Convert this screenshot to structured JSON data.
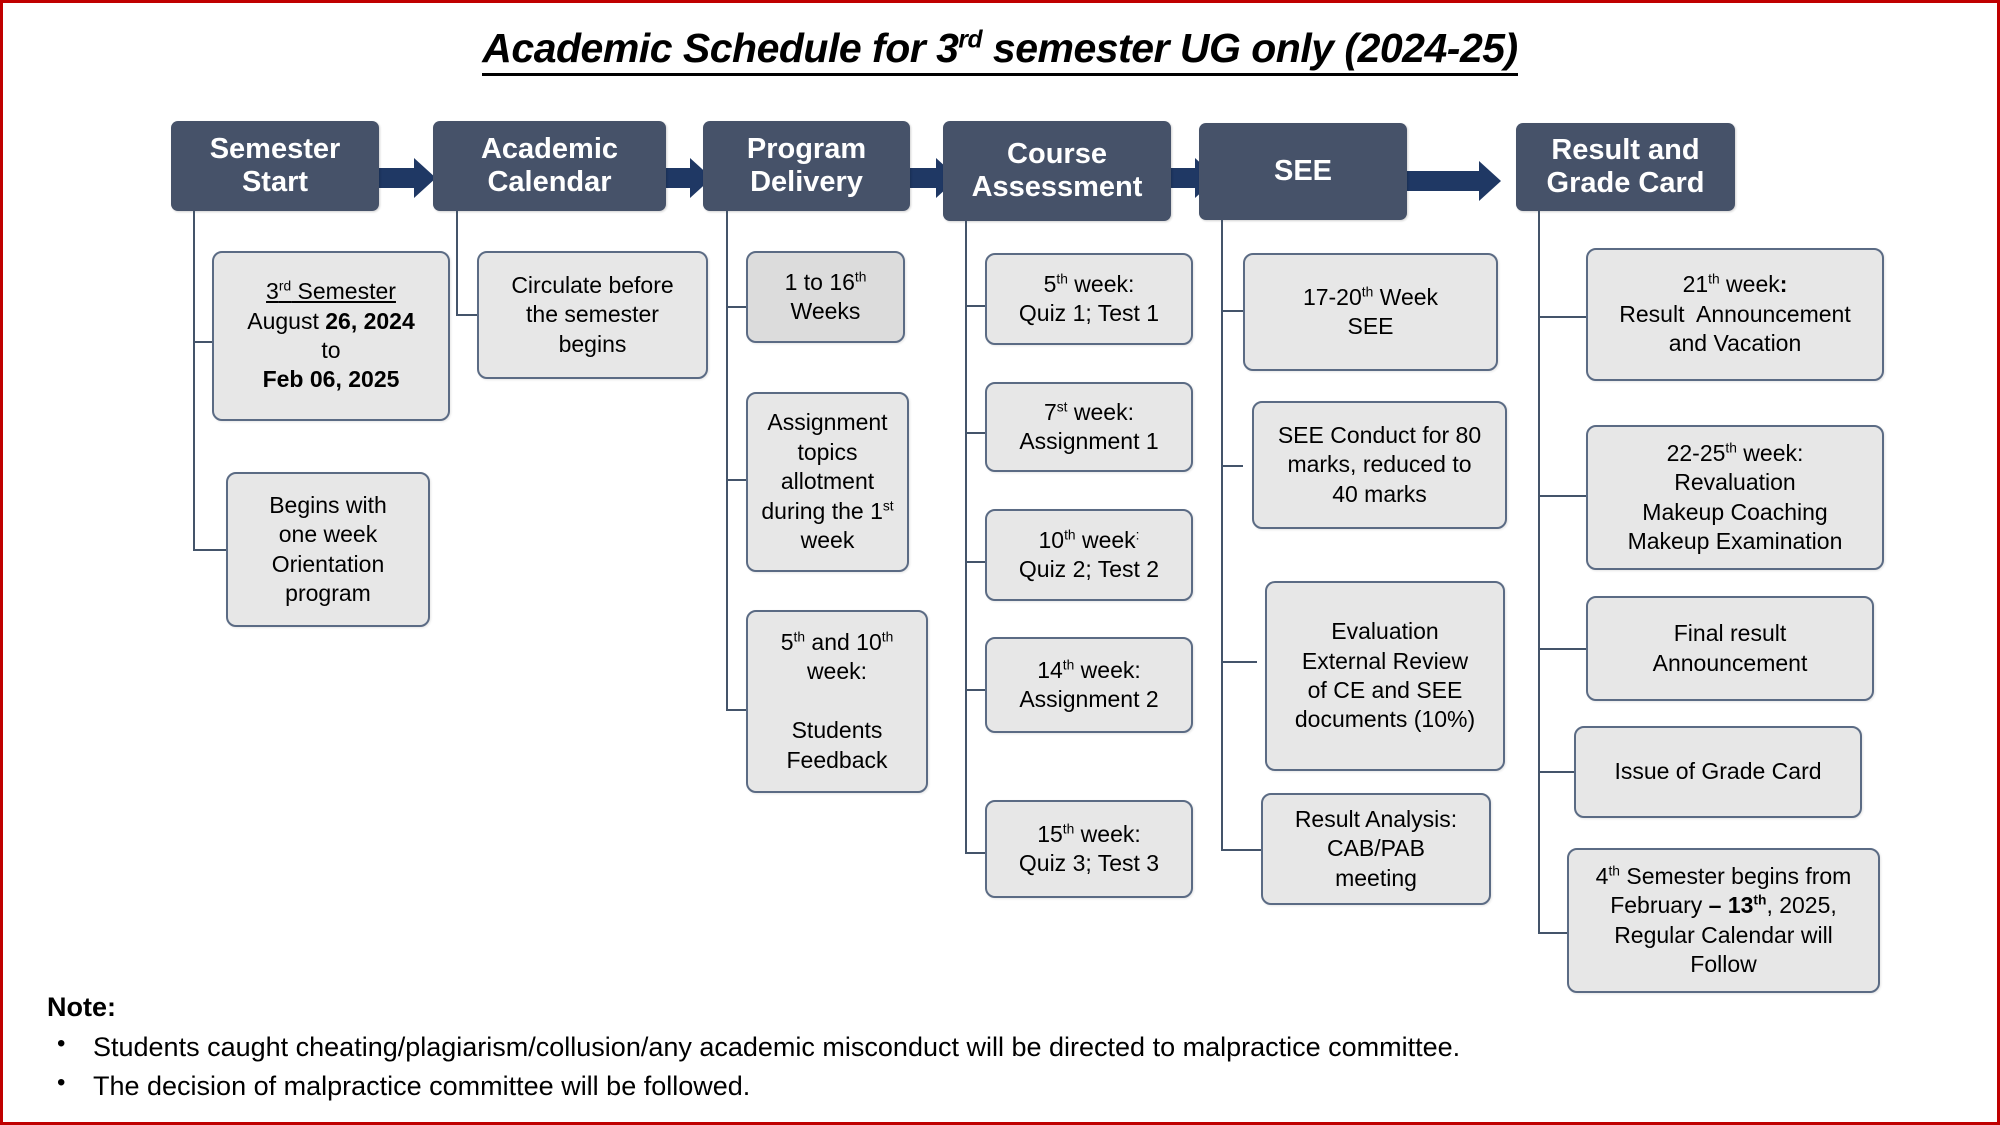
{
  "page": {
    "border_color": "#C00000",
    "background": "#FFFFFF",
    "title_prefix": "Academic Schedule for 3",
    "title_sup": "rd",
    "title_suffix": " semester UG only (2024-25)"
  },
  "theme": {
    "header_fill": "#465269",
    "header_text": "#FFFFFF",
    "node_fill": "#E7E7E7",
    "node_fill_alt": "#DCDCDC",
    "node_border": "#5B6B84",
    "connector": "#44546A",
    "arrow": "#1F3864"
  },
  "columns": [
    {
      "id": "semester-start",
      "header": "Semester Start",
      "header_lines": [
        "Semester",
        "Start"
      ],
      "nodes": [
        {
          "id": "semester-dates",
          "lines": [
            {
              "text": "3",
              "sup": "rd",
              "after": " Semester",
              "underline": true
            },
            {
              "text": "August ",
              "bold_tail": "26, 2024"
            },
            {
              "text": "to"
            },
            {
              "bold": "Feb 06, 2025"
            }
          ],
          "plain": "3rd Semester August 26, 2024 to Feb 06, 2025"
        },
        {
          "id": "orientation",
          "plain": "Begins with one week Orientation program",
          "lines": [
            {
              "text": "Begins with"
            },
            {
              "text": "one week"
            },
            {
              "text": "Orientation"
            },
            {
              "text": "program"
            }
          ]
        }
      ]
    },
    {
      "id": "academic-calendar",
      "header": "Academic Calendar",
      "header_lines": [
        "Academic",
        "Calendar"
      ],
      "nodes": [
        {
          "id": "circulate-calendar",
          "plain": "Circulate before the semester begins",
          "lines": [
            {
              "text": "Circulate before"
            },
            {
              "text": "the semester"
            },
            {
              "text": "begins"
            }
          ]
        }
      ]
    },
    {
      "id": "program-delivery",
      "header": "Program Delivery",
      "header_lines": [
        "Program",
        "Delivery"
      ],
      "nodes": [
        {
          "id": "weeks-1-16",
          "shaded": true,
          "plain": "1 to 16th Weeks",
          "lines": [
            {
              "text": "1 to 16",
              "sup": "th"
            },
            {
              "text": "Weeks"
            }
          ]
        },
        {
          "id": "assignment-topics",
          "plain": "Assignment topics allotment during the 1st week",
          "lines": [
            {
              "text": "Assignment"
            },
            {
              "text": "topics"
            },
            {
              "text": "allotment"
            },
            {
              "text": "during the 1",
              "sup": "st"
            },
            {
              "text": "week"
            }
          ]
        },
        {
          "id": "students-feedback",
          "plain": "5th and 10th week: Students Feedback",
          "lines": [
            {
              "text": "5",
              "sup": "th",
              "after": " and 10",
              "sup2": "th"
            },
            {
              "text": "week:"
            },
            {
              "text": ""
            },
            {
              "text": "Students"
            },
            {
              "text": "Feedback"
            }
          ]
        }
      ]
    },
    {
      "id": "course-assessment",
      "header": "Course Assessment",
      "header_lines": [
        "Course",
        "Assessment"
      ],
      "nodes": [
        {
          "id": "week5-quiz1",
          "plain": "5th week: Quiz 1; Test 1",
          "lines": [
            {
              "text": "5",
              "sup": "th",
              "after": " week:"
            },
            {
              "text": ""
            },
            {
              "text": "Quiz 1; Test 1"
            }
          ]
        },
        {
          "id": "week7-assignment1",
          "plain": "7st week: Assignment 1",
          "lines": [
            {
              "text": "7",
              "sup": "st",
              "after": " week:"
            },
            {
              "text": "Assignment 1"
            }
          ]
        },
        {
          "id": "week10-quiz2",
          "plain": "10th week: Quiz 2; Test 2",
          "lines": [
            {
              "text": "10",
              "sup": "th",
              "after": " week:"
            },
            {
              "text": ""
            },
            {
              "text": "Quiz 2; Test 2"
            }
          ]
        },
        {
          "id": "week14-assignment2",
          "plain": "14th week: Assignment 2",
          "lines": [
            {
              "text": "14",
              "sup": "th",
              "after": " week:"
            },
            {
              "text": "Assignment 2"
            }
          ]
        },
        {
          "id": "week15-quiz3",
          "plain": "15th week: Quiz 3; Test 3",
          "lines": [
            {
              "text": "15",
              "sup": "th",
              "after": " week:"
            },
            {
              "text": ""
            },
            {
              "text": "Quiz 3; Test 3"
            }
          ]
        }
      ]
    },
    {
      "id": "see",
      "header": "SEE",
      "header_lines": [
        "SEE"
      ],
      "nodes": [
        {
          "id": "see-weeks",
          "plain": "17-20th Week SEE",
          "lines": [
            {
              "text": "17-20",
              "sup": "th",
              "after": " Week"
            },
            {
              "text": "SEE"
            }
          ]
        },
        {
          "id": "see-conduct",
          "plain": "SEE Conduct for 80 marks, reduced to 40 marks",
          "lines": [
            {
              "text": "SEE Conduct for 80"
            },
            {
              "text": "marks, reduced to"
            },
            {
              "text": "40 marks"
            }
          ]
        },
        {
          "id": "see-evaluation",
          "plain": "Evaluation External Review of CE and SEE documents (10%)",
          "lines": [
            {
              "text": "Evaluation"
            },
            {
              "text": "External Review"
            },
            {
              "text": "of CE and SEE"
            },
            {
              "text": "documents (10%)"
            }
          ]
        },
        {
          "id": "result-analysis",
          "plain": "Result Analysis: CAB/PAB meeting",
          "lines": [
            {
              "text": "Result Analysis:"
            },
            {
              "text": "CAB/PAB"
            },
            {
              "text": "meeting"
            }
          ]
        }
      ]
    },
    {
      "id": "result-grade-card",
      "header": "Result and Grade Card",
      "header_lines": [
        "Result and",
        "Grade Card"
      ],
      "nodes": [
        {
          "id": "week21-result",
          "plain": "21th week: Result Announcement and Vacation",
          "lines": [
            {
              "text": "21",
              "sup": "th",
              "after": " week",
              "bold_colon": ":"
            },
            {
              "text": "Result  Announcement"
            },
            {
              "text": "and Vacation"
            }
          ]
        },
        {
          "id": "week22-25-revaluation",
          "plain": "22-25th week: Revaluation Makeup Coaching Makeup Examination",
          "lines": [
            {
              "text": "22-25",
              "sup": "th",
              "after": " week:"
            },
            {
              "text": "Revaluation"
            },
            {
              "text": "Makeup Coaching"
            },
            {
              "text": "Makeup Examination"
            }
          ]
        },
        {
          "id": "final-result",
          "plain": "Final result Announcement",
          "lines": [
            {
              "text": "Final result"
            },
            {
              "text": "Announcement"
            }
          ]
        },
        {
          "id": "issue-grade-card",
          "plain": "Issue of Grade Card",
          "lines": [
            {
              "text": "Issue of Grade Card"
            }
          ]
        },
        {
          "id": "sem4-begins",
          "plain": "4th Semester begins from February – 13th, 2025, Regular Calendar will Follow",
          "lines": [
            {
              "text": "4",
              "sup": "th",
              "after": " Semester begins from"
            },
            {
              "text": "February "
            },
            {
              "text": "Regular Calendar will"
            },
            {
              "text": "Follow"
            }
          ]
        }
      ]
    }
  ],
  "note": {
    "heading": "Note:",
    "bullet_glyph": "•",
    "items": [
      "Students caught cheating/plagiarism/collusion/any academic misconduct will be directed to malpractice committee.",
      "The decision of malpractice committee will be followed."
    ]
  }
}
